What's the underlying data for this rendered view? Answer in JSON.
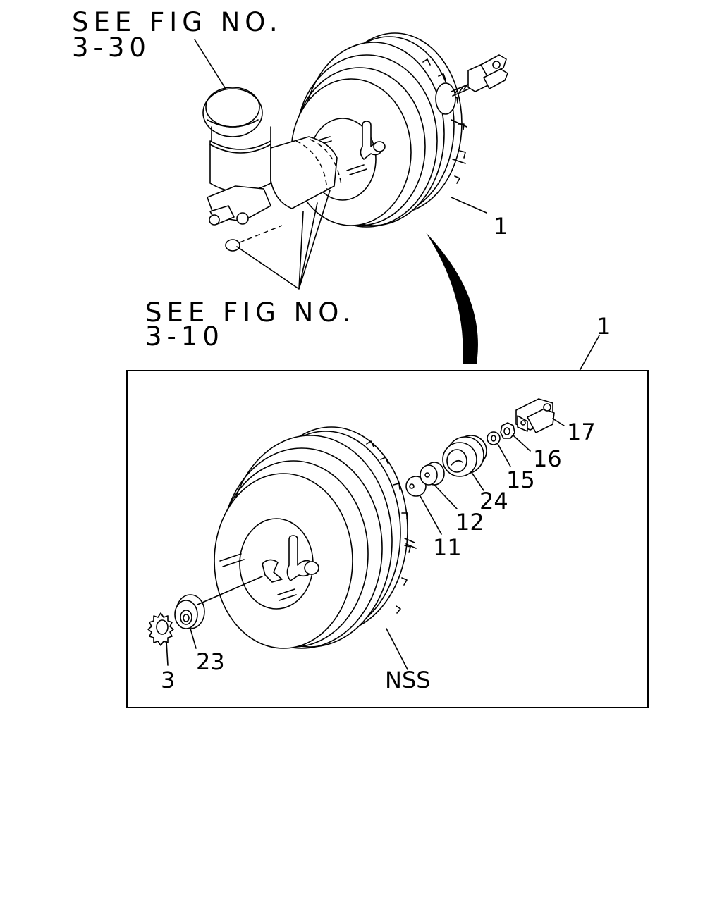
{
  "refs": {
    "top_line1": "SEE FIG NO.",
    "top_line2": "3-30",
    "mid_line1": "SEE FIG NO.",
    "mid_line2": "3-10"
  },
  "callouts": {
    "assembly_top": "1",
    "assembly_box": "1",
    "nss": "NSS",
    "c3": "3",
    "c23": "23",
    "c11": "11",
    "c12": "12",
    "c24": "24",
    "c15": "15",
    "c16": "16",
    "c17": "17"
  }
}
